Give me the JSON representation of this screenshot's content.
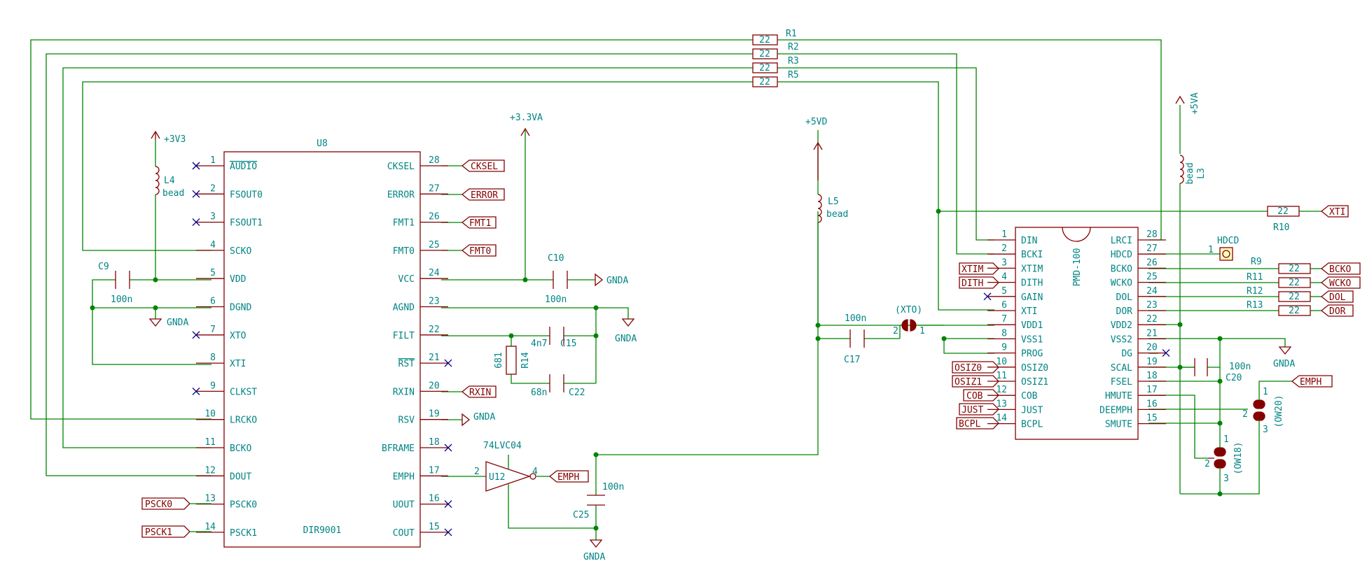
{
  "u8": {
    "ref": "U8",
    "value": "DIR9001",
    "pins_left": [
      {
        "num": "1",
        "name": "AUDIO",
        "overbar": true
      },
      {
        "num": "2",
        "name": "FSOUT0"
      },
      {
        "num": "3",
        "name": "FSOUT1"
      },
      {
        "num": "4",
        "name": "SCKO"
      },
      {
        "num": "5",
        "name": "VDD"
      },
      {
        "num": "6",
        "name": "DGND"
      },
      {
        "num": "7",
        "name": "XTO"
      },
      {
        "num": "8",
        "name": "XTI"
      },
      {
        "num": "9",
        "name": "CLKST"
      },
      {
        "num": "10",
        "name": "LRCKO"
      },
      {
        "num": "11",
        "name": "BCKO"
      },
      {
        "num": "12",
        "name": "DOUT"
      },
      {
        "num": "13",
        "name": "PSCK0"
      },
      {
        "num": "14",
        "name": "PSCK1"
      }
    ],
    "pins_right": [
      {
        "num": "28",
        "name": "CKSEL"
      },
      {
        "num": "27",
        "name": "ERROR"
      },
      {
        "num": "26",
        "name": "FMT1"
      },
      {
        "num": "25",
        "name": "FMT0"
      },
      {
        "num": "24",
        "name": "VCC"
      },
      {
        "num": "23",
        "name": "AGND"
      },
      {
        "num": "22",
        "name": "FILT"
      },
      {
        "num": "21",
        "name": "RST",
        "overbar": true
      },
      {
        "num": "20",
        "name": "RXIN"
      },
      {
        "num": "19",
        "name": "RSV"
      },
      {
        "num": "18",
        "name": "BFRAME"
      },
      {
        "num": "17",
        "name": "EMPH"
      },
      {
        "num": "16",
        "name": "UOUT"
      },
      {
        "num": "15",
        "name": "COUT"
      }
    ]
  },
  "pmd": {
    "value": "PMD-100",
    "pins_left": [
      {
        "num": "1",
        "name": "DIN"
      },
      {
        "num": "2",
        "name": "BCKI"
      },
      {
        "num": "3",
        "name": "XTIM"
      },
      {
        "num": "4",
        "name": "DITH"
      },
      {
        "num": "5",
        "name": "GAIN"
      },
      {
        "num": "6",
        "name": "XTI"
      },
      {
        "num": "7",
        "name": "VDD1"
      },
      {
        "num": "8",
        "name": "VSS1"
      },
      {
        "num": "9",
        "name": "PROG"
      },
      {
        "num": "10",
        "name": "OSIZ0"
      },
      {
        "num": "11",
        "name": "OSIZ1"
      },
      {
        "num": "12",
        "name": "COB"
      },
      {
        "num": "13",
        "name": "JUST"
      },
      {
        "num": "14",
        "name": "BCPL"
      }
    ],
    "pins_right": [
      {
        "num": "28",
        "name": "LRCI"
      },
      {
        "num": "27",
        "name": "HDCD"
      },
      {
        "num": "26",
        "name": "BCKO"
      },
      {
        "num": "25",
        "name": "WCKO"
      },
      {
        "num": "24",
        "name": "DOL"
      },
      {
        "num": "23",
        "name": "DOR"
      },
      {
        "num": "22",
        "name": "VDD2"
      },
      {
        "num": "21",
        "name": "VSS2"
      },
      {
        "num": "20",
        "name": "DG"
      },
      {
        "num": "19",
        "name": "SCAL"
      },
      {
        "num": "18",
        "name": "FSEL"
      },
      {
        "num": "17",
        "name": "HMUTE"
      },
      {
        "num": "16",
        "name": "DEEMPH"
      },
      {
        "num": "15",
        "name": "SMUTE"
      }
    ]
  },
  "labels": {
    "u8_right": [
      "CKSEL",
      "ERROR",
      "FMT1",
      "FMT0",
      "RXIN"
    ],
    "u8_left": [
      "PSCK0",
      "PSCK1"
    ],
    "pmd_left": [
      "XTIM",
      "DITH",
      "OSIZ0",
      "OSIZ1",
      "COB",
      "JUST",
      "BCPL"
    ],
    "pmd_right": [
      "BCKO",
      "WCKO",
      "DOL",
      "DOR"
    ],
    "xti": "XTI",
    "emph_u12": "EMPH",
    "emph_jumper": "EMPH"
  },
  "series_resistors": [
    {
      "ref": "R1",
      "value": "22"
    },
    {
      "ref": "R2",
      "value": "22"
    },
    {
      "ref": "R3",
      "value": "22"
    },
    {
      "ref": "R5",
      "value": "22"
    }
  ],
  "output_resistors": [
    {
      "ref": "R9",
      "value": "22"
    },
    {
      "ref": "R11",
      "value": "22"
    },
    {
      "ref": "R12",
      "value": "22"
    },
    {
      "ref": "R13",
      "value": "22"
    }
  ],
  "parts": {
    "r10": {
      "ref": "R10",
      "value": "22"
    },
    "r14": {
      "ref": "R14",
      "value": "681"
    },
    "c9": {
      "ref": "C9",
      "value": "100n"
    },
    "c10": {
      "ref": "C10",
      "value": "100n"
    },
    "c15": {
      "ref": "C15",
      "value": "4n7"
    },
    "c22": {
      "ref": "C22",
      "value": "68n"
    },
    "c17": {
      "ref": "C17",
      "value": "100n"
    },
    "c20": {
      "ref": "C20",
      "value": "100n"
    },
    "c25": {
      "ref": "C25",
      "value": "100n"
    },
    "l4": {
      "ref": "L4",
      "value": "bead"
    },
    "l5": {
      "ref": "L5",
      "value": "bead"
    },
    "l3": {
      "ref": "L3",
      "value": "bead"
    },
    "u12": {
      "ref": "U12",
      "value": "74LVC04",
      "in_pin": "2",
      "out_pin": "4"
    },
    "xto": {
      "ref": "(XTO)",
      "pin2": "2",
      "pin1": "1"
    },
    "hdcd": {
      "ref": "HDCD",
      "pin": "1"
    },
    "ow18": {
      "ref": "(OW18)",
      "pins": [
        "1",
        "2",
        "3"
      ]
    },
    "ow20": {
      "ref": "(OW20)",
      "pins": [
        "1",
        "2",
        "3"
      ]
    }
  },
  "power": {
    "p3v3": "+3V3",
    "p3v3a": "+3.3VA",
    "p5vd": "+5VD",
    "p5va": "+5VA",
    "gnda": "GNDA"
  }
}
